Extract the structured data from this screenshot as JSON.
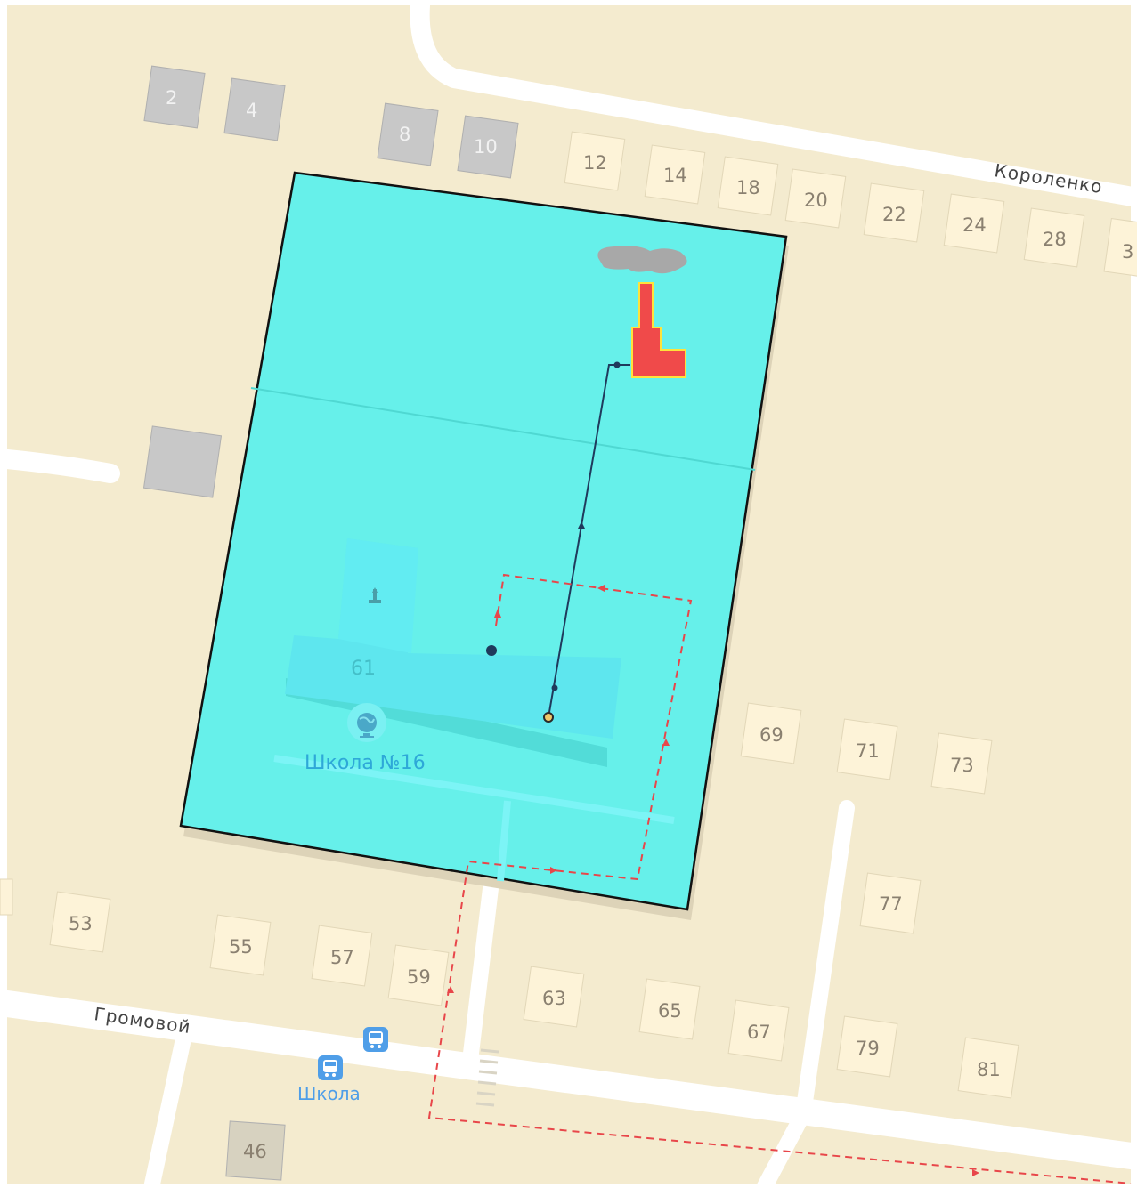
{
  "streets": {
    "korolenko": "Короленко",
    "gromovoy": "Громовой"
  },
  "school": {
    "name": "Школа №16",
    "number": "61"
  },
  "bus_stop": {
    "label": "Школа"
  },
  "buildings": {
    "b2": "2",
    "b4": "4",
    "b8": "8",
    "b10": "10",
    "b12": "12",
    "b14": "14",
    "b18": "18",
    "b20": "20",
    "b22": "22",
    "b24": "24",
    "b28": "28",
    "b3x": "3",
    "b69": "69",
    "b71": "71",
    "b73": "73",
    "b77": "77",
    "b53": "53",
    "b55": "55",
    "b57": "57",
    "b59": "59",
    "b63": "63",
    "b65": "65",
    "b67": "67",
    "b79": "79",
    "b81": "81",
    "b46": "46"
  },
  "colors": {
    "land": "#f4ebcf",
    "road": "#ffffff",
    "parcel": "#66f0ea",
    "parcel_border": "#111111",
    "highlight_building": "#f04a4a",
    "highlight_outline": "#ffe23a",
    "route_dashed": "#e8464a",
    "line_solid": "#1f3a5c",
    "bus_icon": "#4f9ee8"
  },
  "icons": [
    "bus-stop-icon",
    "school-globe-icon",
    "monument-icon"
  ]
}
